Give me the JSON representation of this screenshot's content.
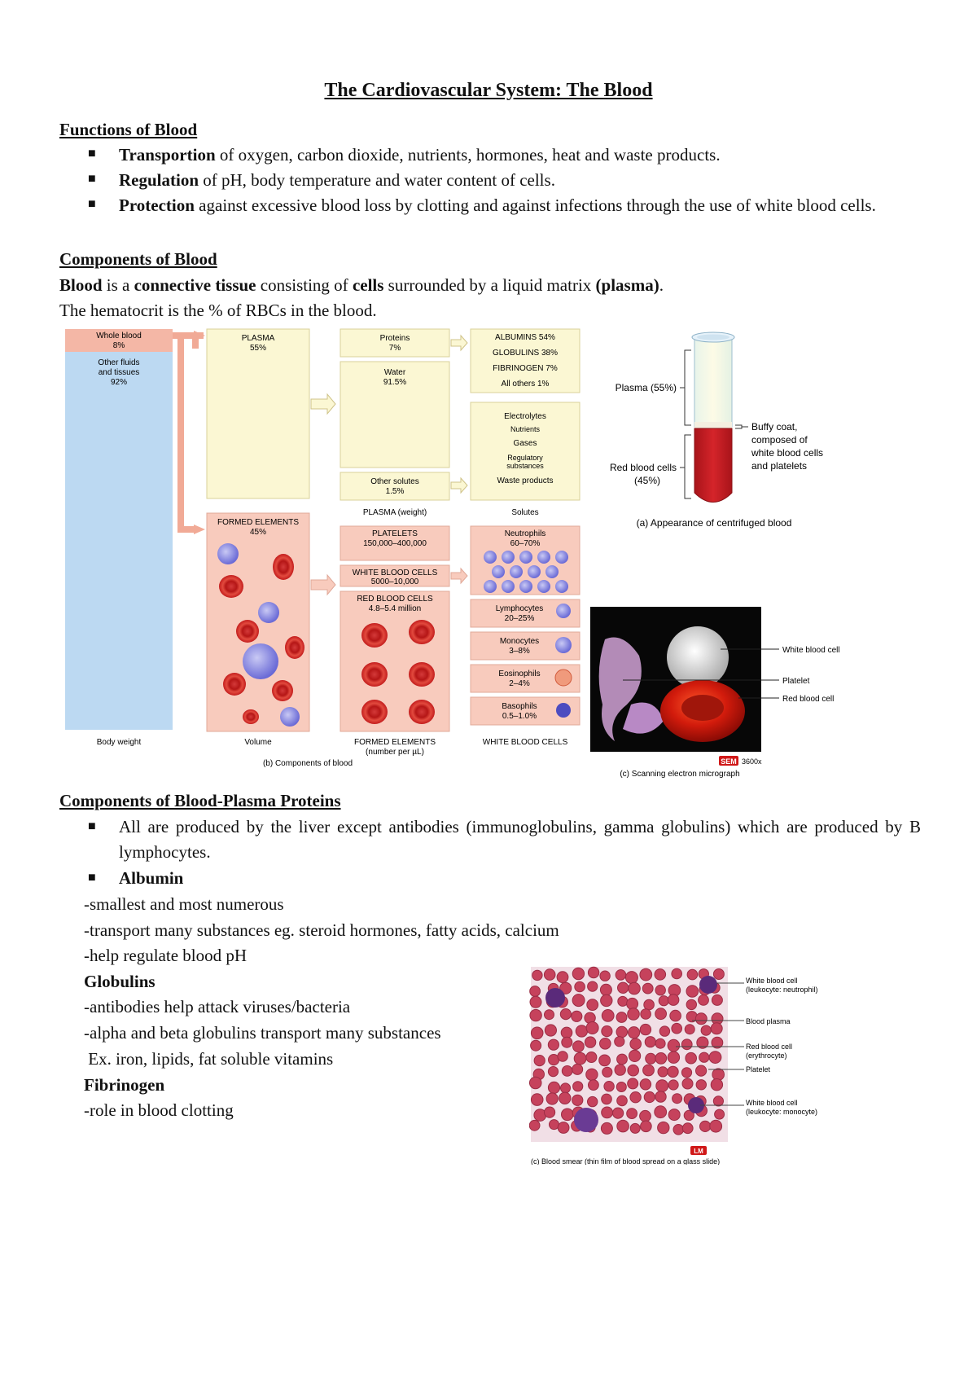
{
  "doc": {
    "title": "The Cardiovascular System: The Blood",
    "functions": {
      "heading": "Functions of Blood",
      "items": [
        {
          "term": "Transportion",
          "rest": " of oxygen, carbon dioxide, nutrients, hormones, heat and waste products."
        },
        {
          "term": "Regulation",
          "rest": " of pH, body temperature and water content of cells."
        },
        {
          "term": "Protection",
          "rest": " against excessive blood loss by clotting and against infections through the use of white blood cells."
        }
      ]
    },
    "components": {
      "heading": "Components of Blood",
      "l1": {
        "a": "Blood",
        "b": " is a ",
        "c": "connective tissue",
        "d": " consisting of ",
        "e": "cells",
        "f": " surrounded by a liquid matrix ",
        "g": "(plasma)",
        "h": "."
      },
      "l2": "The hematocrit is the % of RBCs in the blood."
    },
    "figure_b": {
      "whole_blood": "Whole blood",
      "whole_blood_pct": "8%",
      "other_fluids": "Other fluids",
      "other_fluids2": "and tissues",
      "other_fluids_pct": "92%",
      "plasma": "PLASMA",
      "plasma_pct": "55%",
      "proteins": "Proteins",
      "proteins_pct": "7%",
      "water": "Water",
      "water_pct": "91.5%",
      "other_solutes": "Other solutes",
      "other_solutes_pct": "1.5%",
      "albumins": "ALBUMINS 54%",
      "globulins": "GLOBULINS 38%",
      "fibrinogen": "FIBRINOGEN 7%",
      "all_others": "All others 1%",
      "electrolytes": "Electrolytes",
      "nutrients": "Nutrients",
      "gases": "Gases",
      "regulatory": "Regulatory",
      "substances": "substances",
      "waste": "Waste products",
      "plasma_weight": "PLASMA (weight)",
      "solutes": "Solutes",
      "formed": "FORMED ELEMENTS",
      "formed_pct": "45%",
      "platelets": "PLATELETS",
      "platelets_n": "150,000–400,000",
      "wbc": "WHITE BLOOD CELLS",
      "wbc_n": "5000–10,000",
      "rbc": "RED BLOOD CELLS",
      "rbc_n": "4.8–5.4 million",
      "neutrophils": "Neutrophils",
      "neutrophils_pct": "60–70%",
      "lymphocytes": "Lymphocytes",
      "lymphocytes_pct": "20–25%",
      "monocytes": "Monocytes",
      "monocytes_pct": "3–8%",
      "eosinophils": "Eosinophils",
      "eosinophils_pct": "2–4%",
      "basophils": "Basophils",
      "basophils_pct": "0.5–1.0%",
      "body_weight": "Body weight",
      "volume": "Volume",
      "formed_caption": "FORMED ELEMENTS",
      "formed_caption2": "(number per µL)",
      "wbc_caption": "WHITE BLOOD CELLS",
      "caption": "(b) Components of blood"
    },
    "figure_a": {
      "plasma": "Plasma (55%)",
      "buffy1": "Buffy coat,",
      "buffy2": "composed of",
      "buffy3": "white blood cells",
      "buffy4": "and platelets",
      "rbc1": "Red blood cells",
      "rbc2": "(45%)",
      "caption": "(a) Appearance of centrifuged blood"
    },
    "figure_c": {
      "wbc": "White blood cell",
      "platelet": "Platelet",
      "rbc": "Red blood cell",
      "sem": "SEM",
      "mag": "3600x",
      "caption": "(c) Scanning electron micrograph"
    },
    "proteins": {
      "heading": "Components of Blood-Plasma Proteins",
      "bullet1": "All are produced by the liver except antibodies (immunoglobulins, gamma globulins) which are produced by B lymphocytes.",
      "albumin": "Albumin",
      "albumin_lines": [
        "-smallest and most numerous",
        "-transport many substances eg. steroid hormones, fatty acids, calcium",
        "-help regulate blood pH"
      ],
      "globulins": "Globulins",
      "globulin_lines": [
        "-antibodies help attack viruses/bacteria",
        "-alpha and beta globulins transport many substances",
        " Ex. iron, lipids, fat soluble vitamins"
      ],
      "fibrinogen": "Fibrinogen",
      "fibrinogen_lines": [
        "-role in blood clotting"
      ]
    },
    "figure_smear": {
      "l1": "White blood cell",
      "l1b": "(leukocyte: neutrophil)",
      "l2": "Blood plasma",
      "l3": "Red blood cell",
      "l3b": "(erythrocyte)",
      "l4": "Platelet",
      "l5": "White blood cell",
      "l5b": "(leukocyte: monocyte)",
      "lm": "LM",
      "caption": "(c) Blood smear (thin film of blood spread on a glass slide)"
    }
  }
}
